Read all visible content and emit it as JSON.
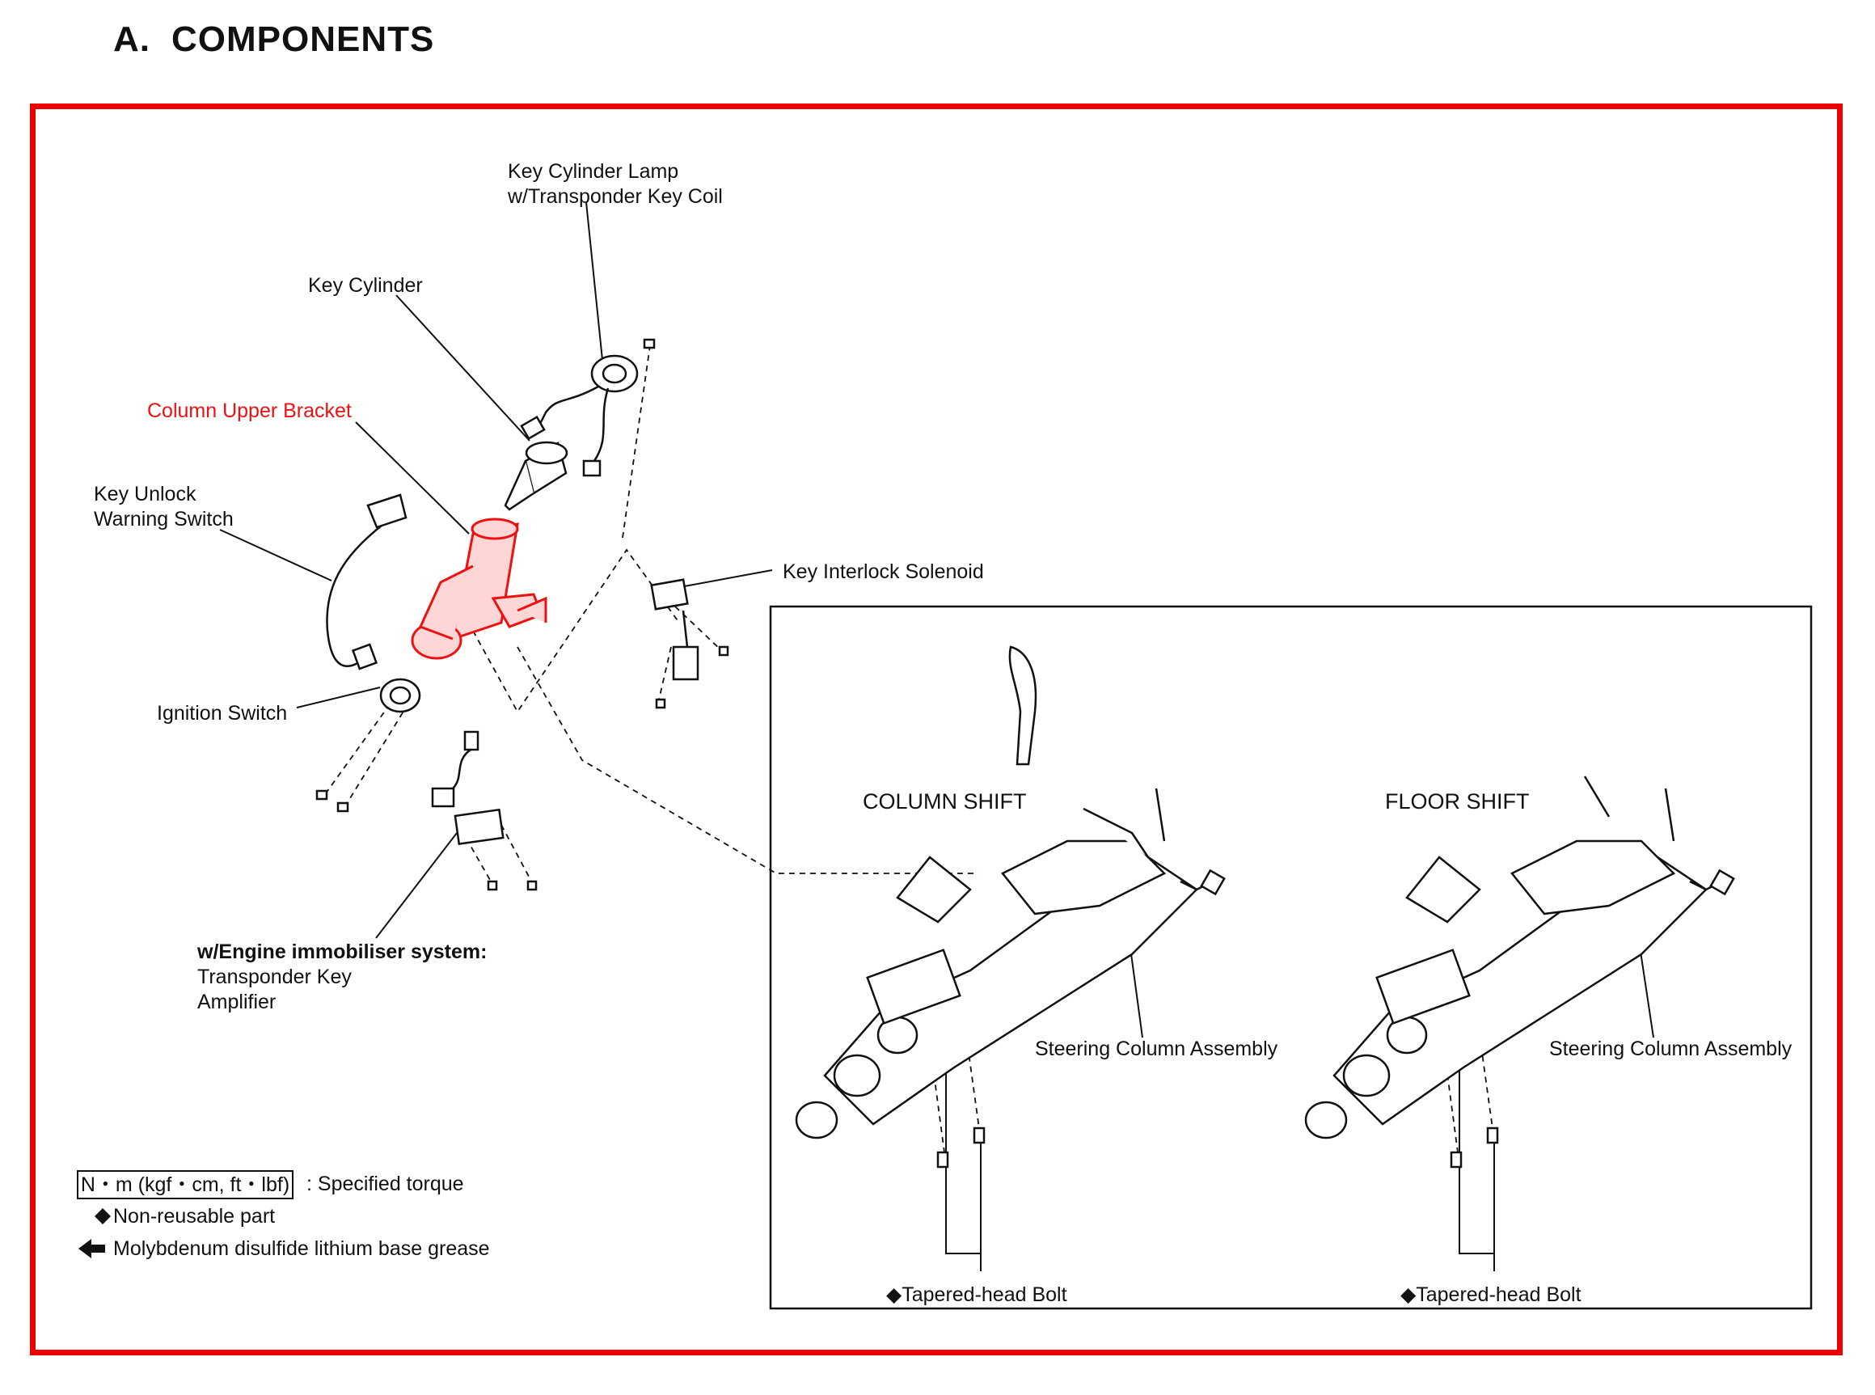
{
  "heading": {
    "number": "A.",
    "title": "COMPONENTS"
  },
  "labels": {
    "key_cylinder_lamp_line1": "Key Cylinder Lamp",
    "key_cylinder_lamp_line2": "w/Transponder Key Coil",
    "key_cylinder": "Key Cylinder",
    "column_upper_bracket": "Column Upper Bracket",
    "key_unlock_line1": "Key Unlock",
    "key_unlock_line2": "Warning Switch",
    "key_interlock_solenoid": "Key Interlock Solenoid",
    "ignition_switch": "Ignition Switch",
    "immobiliser_heading": "w/Engine immobiliser system:",
    "transponder_line1": "Transponder Key",
    "transponder_line2": "Amplifier"
  },
  "inset": {
    "column_shift": "COLUMN SHIFT",
    "floor_shift": "FLOOR SHIFT",
    "steering_column_left": "Steering Column Assembly",
    "steering_column_right": "Steering Column Assembly",
    "bolt_left": "◆Tapered-head Bolt",
    "bolt_right": "◆Tapered-head Bolt"
  },
  "legend": {
    "torque_box": "N・m (kgf・cm, ft・lbf)",
    "torque_text": ": Specified torque",
    "non_reusable": "Non-reusable part",
    "grease": "Molybdenum disulfide lithium base grease"
  },
  "colors": {
    "frame": "#ee0000",
    "highlight": "#ee1111",
    "line": "#111111"
  }
}
